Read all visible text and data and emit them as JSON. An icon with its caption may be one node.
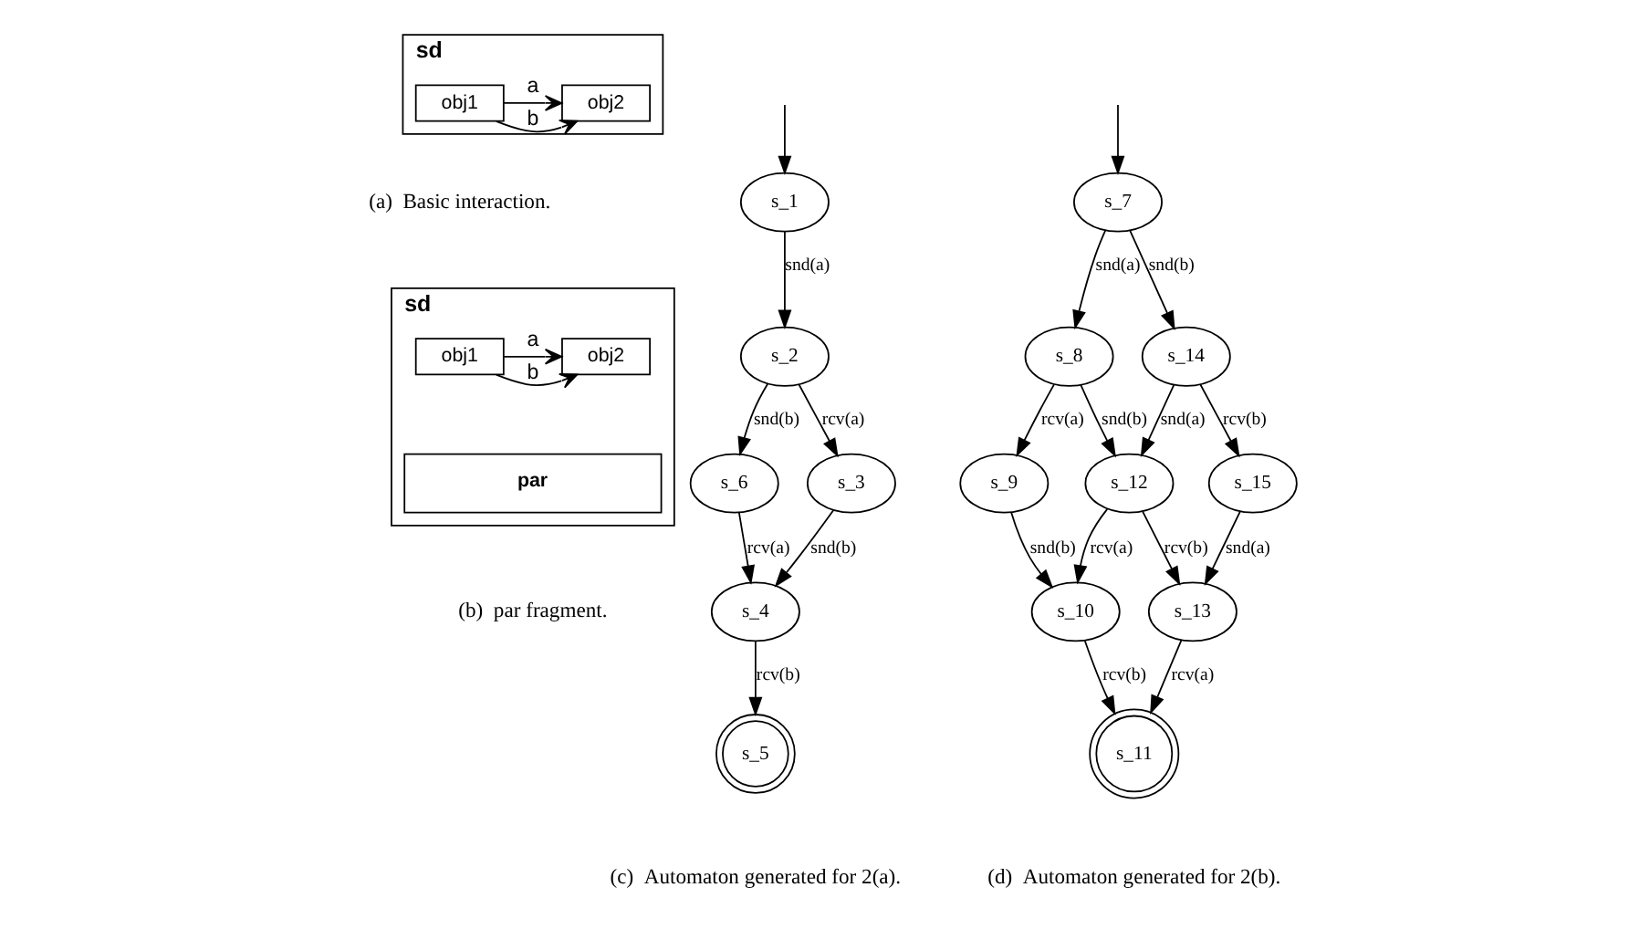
{
  "diagram": {
    "nodes": [
      {
        "text": [
          "sd"
        ]
      },
      {
        "text": [
          "obj1"
        ],
        "in": 0
      },
      {
        "text": [
          "obj2"
        ],
        "in": 0
      },
      {
        "text": [
          "sd"
        ]
      },
      {
        "text": [
          "obj1"
        ],
        "in": 3
      },
      {
        "text": [
          "obj2"
        ],
        "in": 3
      },
      {
        "text": [
          "par"
        ],
        "in": 3
      },
      {
        "text": [
          "s_1"
        ]
      },
      {
        "text": [
          "s_2"
        ]
      },
      {
        "text": [
          "s_6"
        ]
      },
      {
        "text": [
          "s_3"
        ]
      },
      {
        "text": [
          "s_4"
        ]
      },
      {
        "text": [
          "s_5"
        ]
      },
      {
        "text": [
          "s_7"
        ]
      },
      {
        "text": [
          "s_8"
        ]
      },
      {
        "text": [
          "s_14"
        ]
      },
      {
        "text": [
          "s_9"
        ]
      },
      {
        "text": [
          "s_12"
        ]
      },
      {
        "text": [
          "s_15"
        ]
      },
      {
        "text": [
          "s_10"
        ]
      },
      {
        "text": [
          "s_13"
        ]
      },
      {
        "text": [
          "s_11"
        ]
      }
    ],
    "edges": [
      {
        "from": 1,
        "to": 2,
        "arrow": "to",
        "label": "a"
      },
      {
        "from": 1,
        "to": 2,
        "arrow": "to",
        "label": "b"
      },
      {
        "from": 4,
        "to": 5,
        "arrow": "to",
        "label": "a"
      },
      {
        "from": 4,
        "to": 5,
        "arrow": "to",
        "label": "b"
      },
      {
        "from": null,
        "to": 7,
        "arrow": "to"
      },
      {
        "from": 7,
        "to": 8,
        "arrow": "to",
        "label": "snd(a)"
      },
      {
        "from": 8,
        "to": 9,
        "arrow": "to",
        "label": "snd(b)"
      },
      {
        "from": 8,
        "to": 10,
        "arrow": "to",
        "label": "rcv(a)"
      },
      {
        "from": 9,
        "to": 11,
        "arrow": "to",
        "label": "rcv(a)"
      },
      {
        "from": 10,
        "to": 11,
        "arrow": "to",
        "label": "snd(b)"
      },
      {
        "from": 11,
        "to": 12,
        "arrow": "to",
        "label": "rcv(b)"
      },
      {
        "from": null,
        "to": 13,
        "arrow": "to"
      },
      {
        "from": 13,
        "to": 14,
        "arrow": "to",
        "label": "snd(a)"
      },
      {
        "from": 13,
        "to": 15,
        "arrow": "to",
        "label": "snd(b)"
      },
      {
        "from": 14,
        "to": 16,
        "arrow": "to",
        "label": "rcv(a)"
      },
      {
        "from": 14,
        "to": 17,
        "arrow": "to",
        "label": "snd(b)"
      },
      {
        "from": 15,
        "to": 17,
        "arrow": "to",
        "label": "snd(a)"
      },
      {
        "from": 15,
        "to": 18,
        "arrow": "to",
        "label": "rcv(b)"
      },
      {
        "from": 16,
        "to": 19,
        "arrow": "to",
        "label": "snd(b)"
      },
      {
        "from": 17,
        "to": 19,
        "arrow": "to",
        "label": "rcv(a)"
      },
      {
        "from": 17,
        "to": 20,
        "arrow": "to",
        "label": "rcv(b)"
      },
      {
        "from": 18,
        "to": 20,
        "arrow": "to",
        "label": "snd(a)"
      },
      {
        "from": 19,
        "to": 21,
        "arrow": "to",
        "label": "rcv(b)"
      },
      {
        "from": 20,
        "to": 21,
        "arrow": "to",
        "label": "rcv(a)"
      }
    ],
    "labels": [
      "(a)  Basic interaction.",
      "(b)  par fragment.",
      "(c)  Automaton generated for 2(a).",
      "(d)  Automaton generated for 2(b)."
    ]
  }
}
